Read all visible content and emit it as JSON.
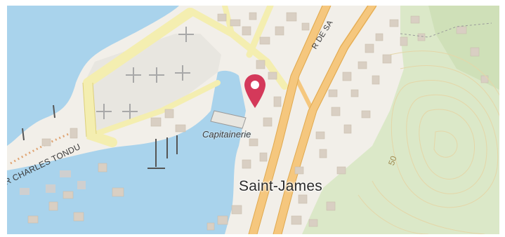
{
  "map": {
    "place_label": "Saint-James",
    "poi_label": "Capitainerie",
    "street_labels": [
      "R CHARLES TONDU",
      "R DE SA"
    ],
    "contour_label": "50",
    "marker_icon": "map-pin-icon",
    "colors": {
      "water": "#a9d3ec",
      "land": "#f2efe9",
      "vegetation": "#d9e7c7",
      "major_road": "#f5c77e",
      "minor_road": "#f8f3a6",
      "building": "#d8cfc4",
      "contour": "#e5d8b0",
      "marker": "#d4395a"
    }
  }
}
